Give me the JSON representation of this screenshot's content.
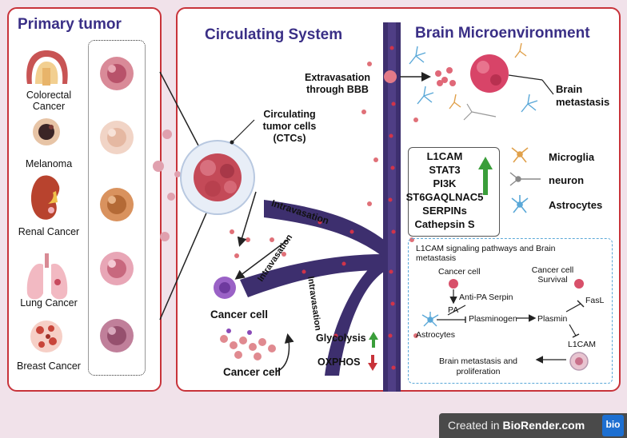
{
  "primary": {
    "title": "Primary tumor",
    "cancers": [
      {
        "label": "Colorectal\nCancer"
      },
      {
        "label": "Melanoma"
      },
      {
        "label": "Renal Cancer"
      },
      {
        "label": "Lung Cancer"
      },
      {
        "label": "Breast Cancer"
      }
    ]
  },
  "circ": {
    "title": "Circulating System",
    "ctc": "Circulating\ntumor cells\n(CTCs)",
    "intravasation": "Intravasation",
    "extravasation": "Extravasation\nthrough BBB",
    "cancer_cell": "Cancer cell",
    "glycolysis": "Glycolysis",
    "oxphos": "OXPHOS"
  },
  "brain": {
    "title": "Brain Microenvironment",
    "metastasis": "Brain\nmetastasis",
    "genes": [
      "L1CAM",
      "STAT3",
      "PI3K",
      "ST6GAQLNAC5",
      "SERPINs",
      "Cathepsin S"
    ],
    "legend": {
      "microglia": "Microglia",
      "neuron": "neuron",
      "astrocytes": "Astrocytes"
    },
    "pathway": {
      "title": "L1CAM signaling pathways and Brain\nmetastasis",
      "cancer_cell": "Cancer cell",
      "survival": "Cancer cell\nSurvival",
      "anti_pa": "Anti-PA Serpin",
      "pa": "PA",
      "plasminogen": "Plasminogen",
      "plasmin": "Plasmin",
      "fasl": "FasL",
      "astrocytes": "Astrocytes",
      "l1cam": "L1CAM",
      "outcome": "Brain  metastasis and\nproliferation"
    }
  },
  "footer": {
    "created_in": "Created in ",
    "brand": "BioRender.com",
    "badge": "bio"
  },
  "colors": {
    "frame": "#c8333a",
    "title": "#3a2f86",
    "vessel": "#3d2f6e",
    "tumor": "#c84a5e",
    "up": "#3a9e3a",
    "down": "#c8333a"
  }
}
